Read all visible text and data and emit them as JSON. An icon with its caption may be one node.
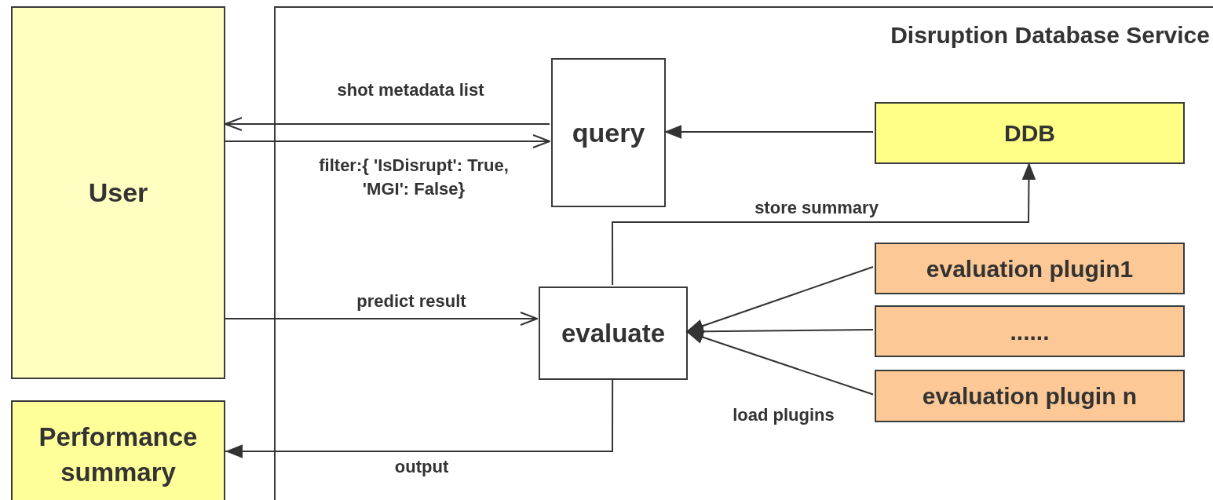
{
  "diagram": {
    "nodes": [
      {
        "text": [
          "User"
        ]
      },
      {
        "text": [
          "Performance summary"
        ]
      },
      {
        "text": [
          "Disruption Database Service"
        ]
      },
      {
        "text": [
          "query"
        ],
        "in": 2
      },
      {
        "text": [
          "DDB"
        ],
        "in": 2
      },
      {
        "text": [
          "evaluate"
        ],
        "in": 2
      },
      {
        "text": [
          "evaluation plugin1"
        ],
        "in": 2
      },
      {
        "text": [
          "......"
        ],
        "in": 2
      },
      {
        "text": [
          "evaluation plugin n"
        ],
        "in": 2
      }
    ],
    "edges": [
      {
        "from": 3,
        "to": 0,
        "arrow": "to",
        "label": "shot metadata list"
      },
      {
        "from": 0,
        "to": 3,
        "arrow": "to",
        "label": "filter:{ 'IsDisrupt': True, 'MGI': False}"
      },
      {
        "from": 4,
        "to": 3,
        "arrow": "to"
      },
      {
        "from": 5,
        "to": 4,
        "arrow": "to",
        "label": "store summary"
      },
      {
        "from": 0,
        "to": 5,
        "arrow": "to",
        "label": "predict result"
      },
      {
        "from": 6,
        "to": 5,
        "arrow": "to"
      },
      {
        "from": 7,
        "to": 5,
        "arrow": "to"
      },
      {
        "from": 8,
        "to": 5,
        "arrow": "to"
      },
      {
        "from": 5,
        "to": 1,
        "arrow": "to",
        "label": "output"
      }
    ],
    "labels": [
      "load plugins"
    ]
  }
}
